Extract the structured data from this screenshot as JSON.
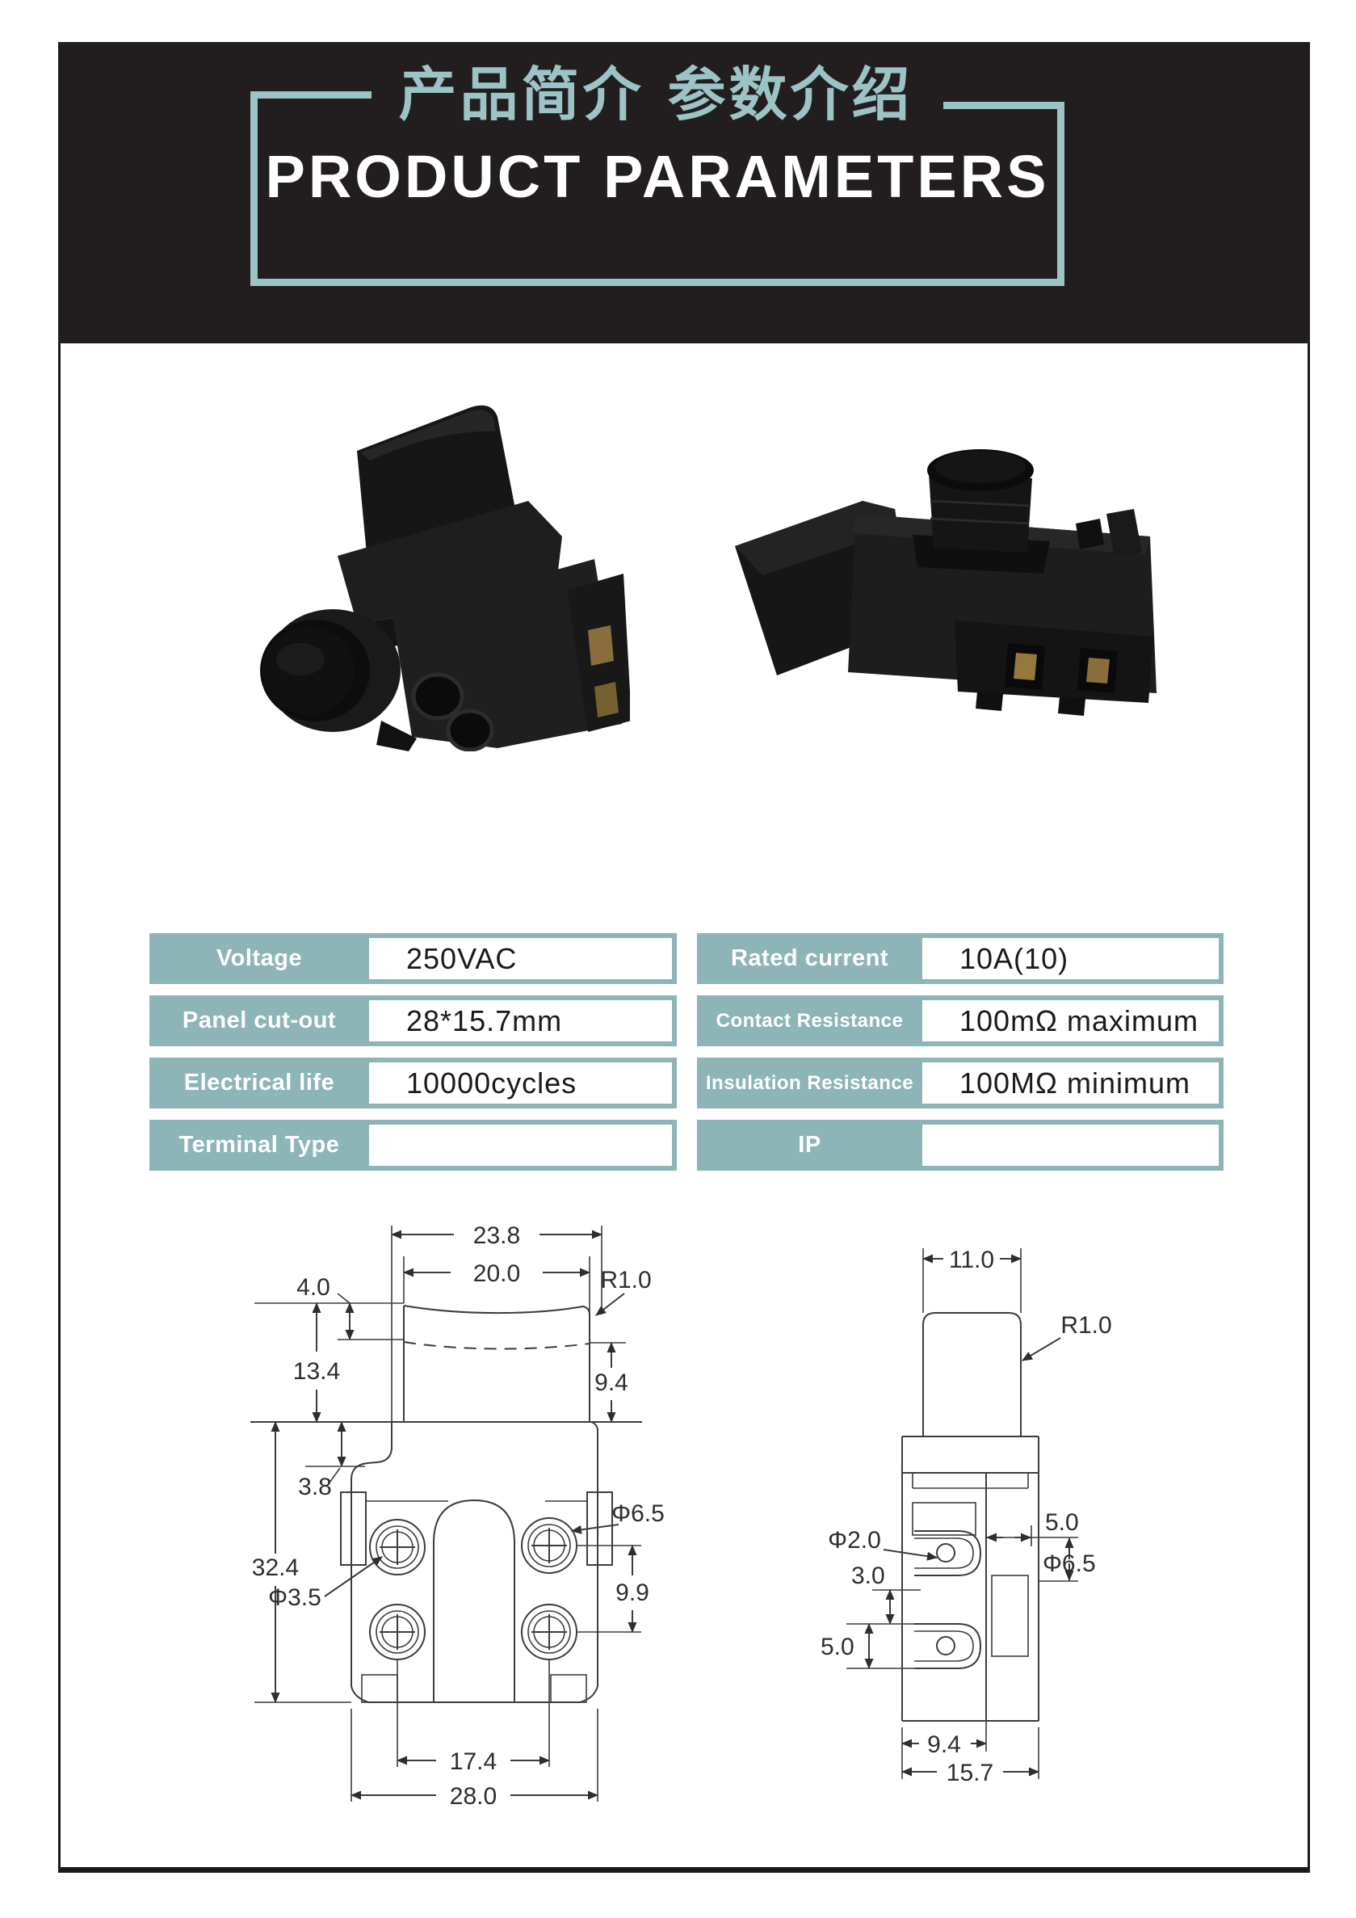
{
  "header": {
    "title_cn": "产品简介 参数介绍",
    "title_en": "PRODUCT PARAMETERS"
  },
  "colors": {
    "header_bg": "#221e1f",
    "accent_teal": "#9cc3c6",
    "table_label_bg": "#8db5b8",
    "table_value_text": "#1a1a1a",
    "drawing_line": "#3c3c3c",
    "page_border": "#1a1a1a"
  },
  "spec_table": {
    "left_rows": [
      {
        "label": "Voltage",
        "value": "250VAC"
      },
      {
        "label": "Panel cut-out",
        "value": "28*15.7mm"
      },
      {
        "label": "Electrical life",
        "value": "10000cycles"
      },
      {
        "label": "Terminal Type",
        "value": ""
      }
    ],
    "right_rows": [
      {
        "label": "Rated current",
        "value": "10A(10)"
      },
      {
        "label": "Contact Resistance",
        "value": "100mΩ maximum"
      },
      {
        "label": "Insulation Resistance",
        "value": "100MΩ minimum"
      },
      {
        "label": "IP",
        "value": ""
      }
    ]
  },
  "drawings": {
    "front_view": {
      "dims": {
        "top_width": "23.8",
        "trigger_width": "20.0",
        "trigger_step": "4.0",
        "trigger_radius": "R1.0",
        "height_left": "13.4",
        "height_right": "9.4",
        "step_height": "3.8",
        "body_height": "32.4",
        "screw_hole_dia": "Φ3.5",
        "screw_head_dia": "Φ6.5",
        "screw_row_pitch": "9.9",
        "screw_col_pitch": "17.4",
        "bottom_width": "28.0"
      }
    },
    "side_view": {
      "dims": {
        "button_width": "11.0",
        "button_radius": "R1.0",
        "hole_dia": "Φ2.0",
        "step_width": "5.0",
        "boss_dia": "Φ6.5",
        "tab_gap": "3.0",
        "tab_width": "5.0",
        "inner_depth": "9.4",
        "overall_depth": "15.7"
      }
    }
  }
}
